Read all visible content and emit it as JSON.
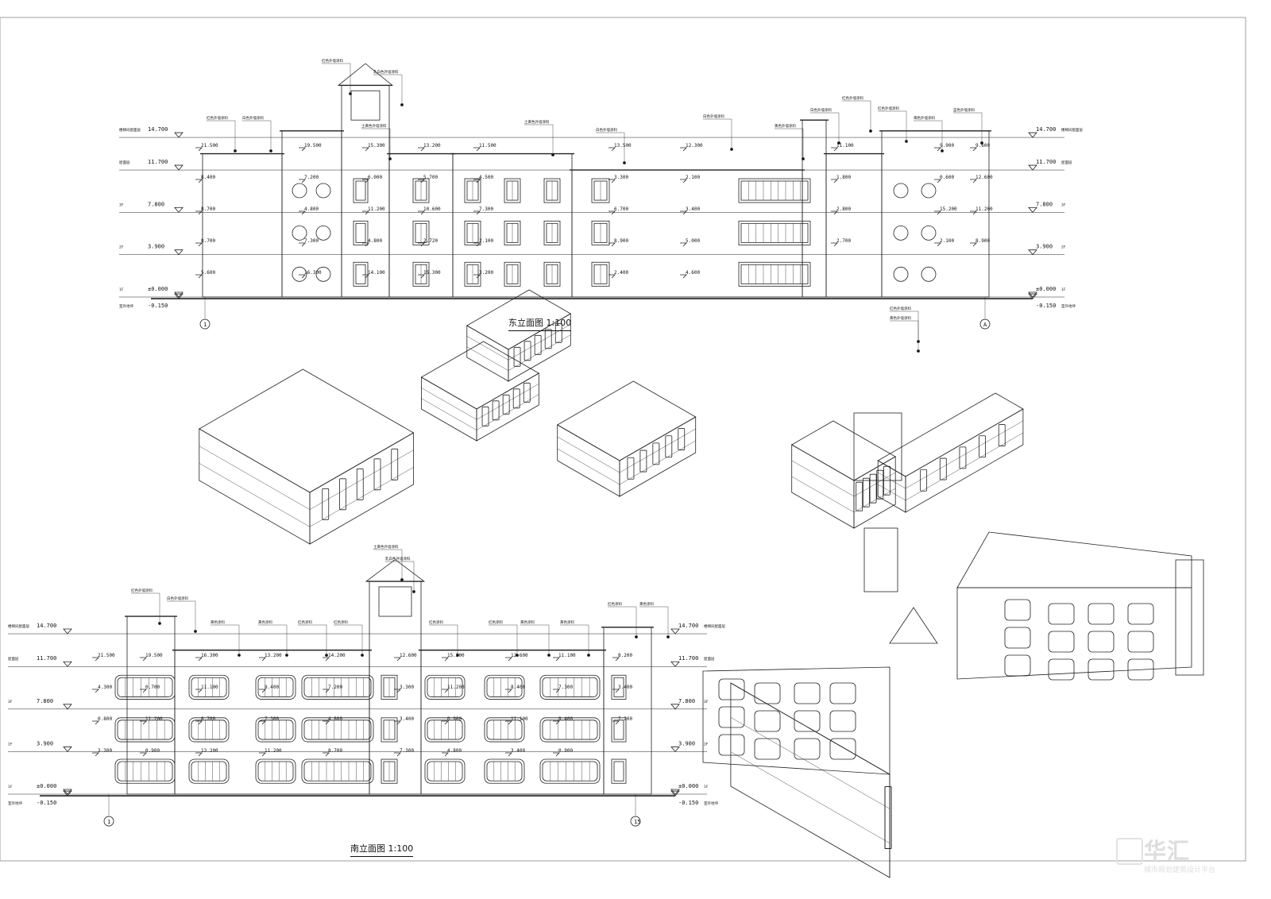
{
  "east_elevation": {
    "title": "东立面图 1:100",
    "axis_left": "1",
    "axis_right": "A",
    "levels": [
      {
        "elev": 14.7,
        "label": "14.700",
        "name": "楼梯间屋面层"
      },
      {
        "elev": 11.7,
        "label": "11.700",
        "name": "屋面层"
      },
      {
        "elev": 7.8,
        "label": "7.800",
        "name": "3F"
      },
      {
        "elev": 3.9,
        "label": "3.900",
        "name": "2F"
      },
      {
        "elev": 0,
        "label": "±0.000",
        "name": "1F"
      },
      {
        "elev": -0.15,
        "label": "-0.150",
        "name": "室外地坪"
      }
    ],
    "materials": [
      "红色外墙涂料",
      "白色外墙涂料",
      "红色外墙涂料",
      "土黄色外墙涂料",
      "乳白色外墙涂料",
      "土黄色外墙涂料",
      "白色外墙涂料",
      "白色外墙涂料",
      "黄色外墙涂料",
      "白色外墙涂料",
      "红色外墙涂料",
      "红色外墙涂料",
      "褐色外墙涂料",
      "蓝色外墙涂料",
      "红色外墙涂料",
      "黄色外墙涂料"
    ],
    "elevations": [
      "21.500",
      "19.500",
      "15.300",
      "13.200",
      "11.500",
      "13.500",
      "12.300",
      "11.100",
      "9.900",
      "9.600",
      "8.400",
      "7.200",
      "6.000",
      "5.700",
      "4.500",
      "3.300",
      "2.100",
      "1.800",
      "0.600",
      "12.600",
      "8.700",
      "4.800",
      "11.200",
      "10.600",
      "7.300",
      "6.700",
      "3.400",
      "2.800",
      "15.200",
      "11.200",
      "8.700",
      "7.300",
      "4.800",
      "2.720",
      "2.100",
      "8.900",
      "5.000",
      "2.700",
      "2.100",
      "8.900",
      "5.600",
      "16.300",
      "14.100",
      "15.300",
      "3.200",
      "2.400",
      "4.600"
    ]
  },
  "south_elevation": {
    "title": "南立面图 1:100",
    "axis_left": "1",
    "axis_right": "15",
    "levels": [
      {
        "elev": 14.7,
        "label": "14.700",
        "name": "楼梯间屋面层"
      },
      {
        "elev": 11.7,
        "label": "11.700",
        "name": "屋面层"
      },
      {
        "elev": 7.8,
        "label": "7.800",
        "name": "3F"
      },
      {
        "elev": 3.9,
        "label": "3.900",
        "name": "2F"
      },
      {
        "elev": 0,
        "label": "±0.000",
        "name": "1F"
      },
      {
        "elev": -0.15,
        "label": "-0.150",
        "name": "室外地坪"
      }
    ],
    "materials": [
      "红色外墙涂料",
      "白色外墙涂料",
      "黄色涂料",
      "黄色涂料",
      "红色涂料",
      "红色涂料",
      "土黄色外墙涂料",
      "红色涂料",
      "乳白色外墙涂料",
      "红色涂料",
      "黄色涂料",
      "黄色涂料",
      "红色涂料",
      "黄色涂料"
    ],
    "elevations": [
      "21.500",
      "19.500",
      "16.300",
      "13.200",
      "14.200",
      "12.600",
      "15.300",
      "12.600",
      "11.100",
      "8.200",
      "4.300",
      "0.700",
      "11.100",
      "8.400",
      "7.200",
      "3.300",
      "11.200",
      "8.400",
      "7.300",
      "3.400",
      "0.800",
      "11.200",
      "8.700",
      "7.300",
      "4.800",
      "3.400",
      "0.900",
      "11.100",
      "8.400",
      "7.200",
      "3.300",
      "0.900",
      "13.200",
      "11.200",
      "8.700",
      "7.300",
      "4.800",
      "3.400",
      "0.900"
    ]
  },
  "watermark": {
    "brand": "华汇",
    "subtitle": "城市规划建筑设计平台"
  }
}
